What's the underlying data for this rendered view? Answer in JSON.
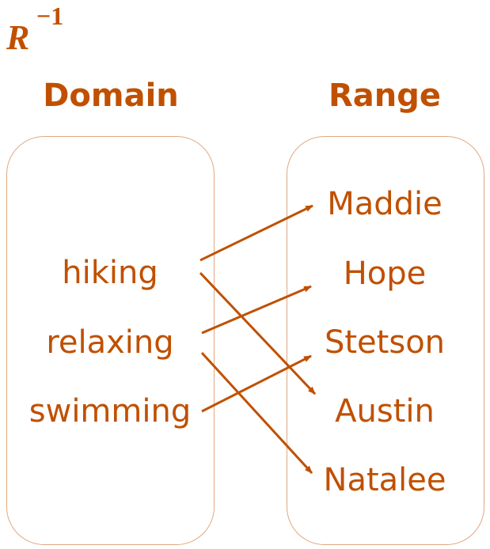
{
  "title": {
    "base": "R",
    "superscript": "−1"
  },
  "domain": {
    "label": "Domain",
    "items": [
      "hiking",
      "relaxing",
      "swimming"
    ]
  },
  "range": {
    "label": "Range",
    "items": [
      "Maddie",
      "Hope",
      "Stetson",
      "Austin",
      "Natalee"
    ]
  },
  "mappings": [
    [
      "hiking",
      "Maddie"
    ],
    [
      "hiking",
      "Austin"
    ],
    [
      "relaxing",
      "Hope"
    ],
    [
      "relaxing",
      "Natalee"
    ],
    [
      "swimming",
      "Stetson"
    ]
  ],
  "colors": {
    "accent": "#C05000",
    "box_border": "#E0A880"
  }
}
